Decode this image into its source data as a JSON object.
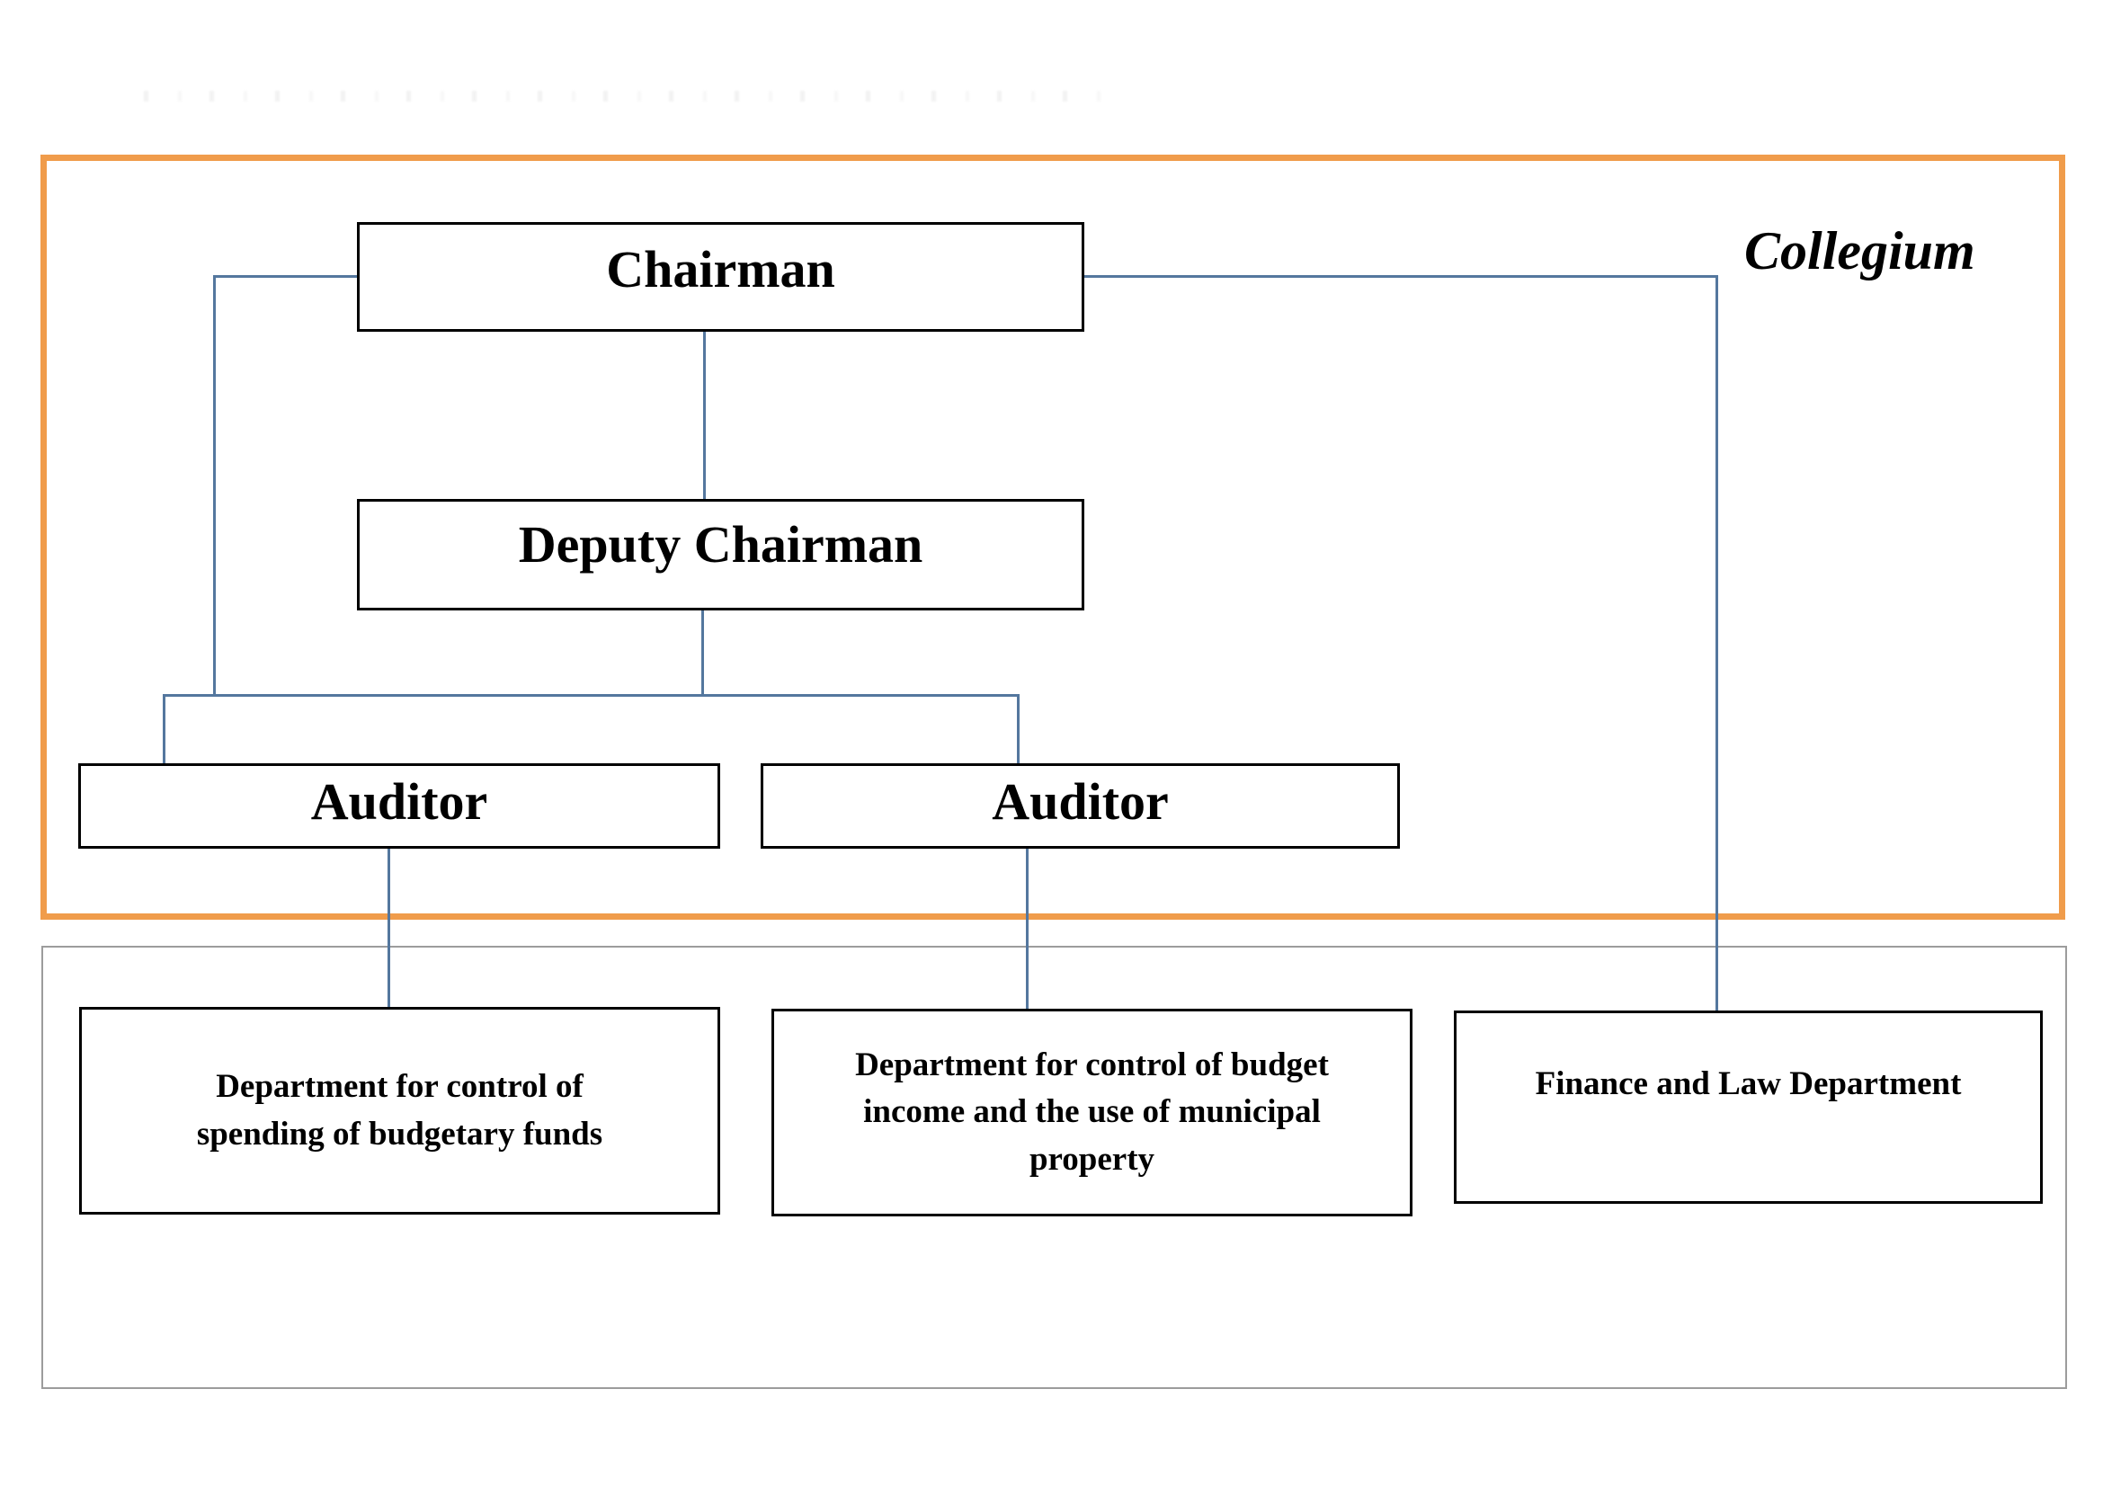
{
  "diagram": {
    "collegium_label": "Collegium",
    "nodes": {
      "chairman": {
        "label": "Chairman"
      },
      "deputy_chairman": {
        "label": "Deputy Chairman"
      },
      "auditor_left": {
        "label": "Auditor"
      },
      "auditor_right": {
        "label": "Auditor"
      },
      "dept_spending": {
        "lines": [
          "Department for control of",
          "spending of budgetary funds"
        ]
      },
      "dept_income": {
        "lines": [
          "Department for control of budget",
          "income and the use of municipal",
          "property"
        ]
      },
      "dept_finance_law": {
        "label": "Finance and Law Department"
      }
    },
    "colors": {
      "collegium_frame": "#F09C4B",
      "connector": "#54779E",
      "node_border": "#000000",
      "lower_frame_border": "#9C9C9C",
      "text": "#000000",
      "background": "#FFFFFF"
    }
  }
}
